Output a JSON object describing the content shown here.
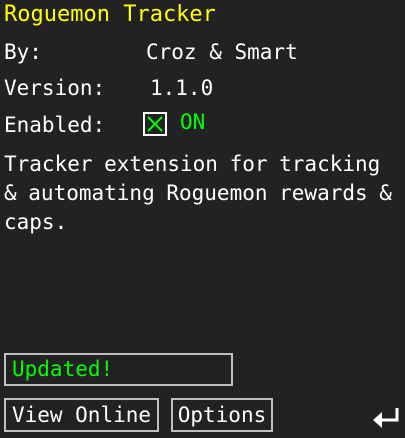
{
  "app": {
    "title": "Roguemon Tracker"
  },
  "info": {
    "by_label": "By:",
    "by_value": "Croz & Smart",
    "version_label": "Version:",
    "version_value": "1.1.0",
    "enabled_label": "Enabled:",
    "enabled_checked": true,
    "enabled_state_text": "ON"
  },
  "description": "Tracker extension for tracking & automating Roguemon rewards & caps.",
  "status": {
    "text": "Updated!"
  },
  "buttons": {
    "view_online": "View Online",
    "options": "Options"
  },
  "icons": {
    "back": "return-arrow-icon",
    "checkbox": "checkbox-checked-icon"
  },
  "colors": {
    "background": "#222222",
    "title": "#ffff00",
    "accent_on": "#00ff00",
    "border": "#c0c0c0",
    "text": "#ffffff"
  }
}
